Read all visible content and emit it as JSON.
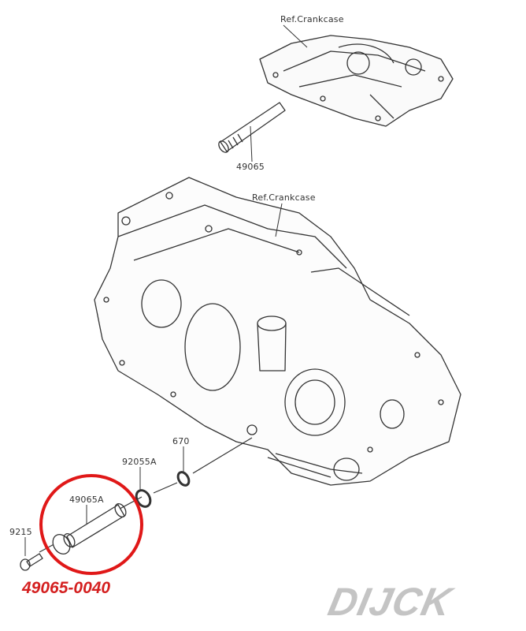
{
  "labels": {
    "ref_crankcase_top": "Ref.Crankcase",
    "part_49065": "49065",
    "ref_crankcase_main": "Ref.Crankcase",
    "part_670": "670",
    "part_92055A": "92055A",
    "part_49065A": "49065A",
    "part_9215": "9215"
  },
  "highlight": {
    "part_number": "49065-0040",
    "color": "#d42020"
  },
  "watermark": "DIJCK"
}
